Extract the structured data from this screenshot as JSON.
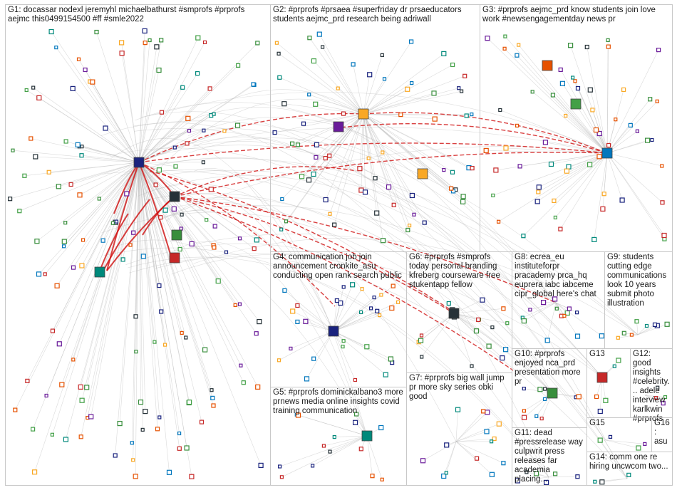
{
  "colors": {
    "edge_gray": "#bcbcbc",
    "edge_red": "#d01010",
    "box_border": "#c8c8c8",
    "node_palette": [
      "#1a237e",
      "#263238",
      "#00897b",
      "#388e3c",
      "#c62828",
      "#f9a825",
      "#6a1b9a",
      "#0277bd",
      "#e65100",
      "#43a047"
    ]
  },
  "groups": [
    {
      "id": "G1",
      "label": "G1: docassar nodexl jeremyhl michaelbathurst #smprofs #prprofs aejmc this0499154500 #ff #smle2022"
    },
    {
      "id": "G2",
      "label": "G2: #prprofs #prsaea #superfriday dr prsaeducators students aejmc_prd research being adriwall"
    },
    {
      "id": "G3",
      "label": "G3: #prprofs aejmc_prd know students join love work #newsengagementday news pr"
    },
    {
      "id": "G4",
      "label": "G4: communication job join announcement cronkite_asu conducting open rank search public"
    },
    {
      "id": "G5",
      "label": "G5: #prprofs dominickalbano3 more prnews media online insights covid training communication"
    },
    {
      "id": "G6",
      "label": "G6: #prprofs #smprofs today personal branding kfreberg courseware free stukentapp fellow"
    },
    {
      "id": "G7",
      "label": "G7: #prprofs big wall jump pr more sky series obki good"
    },
    {
      "id": "G8",
      "label": "G8: ecrea_eu instituteforpr pracademy prca_hq euprera iabc iabceme cipr_global here's chat"
    },
    {
      "id": "G9",
      "label": "G9: students cutting edge communications look 10 years submit photo illustration"
    },
    {
      "id": "G10",
      "label": "G10: #prprofs enjoyed nca_prd presentation more pr"
    },
    {
      "id": "G11",
      "label": "G11: dead #pressrelease way culpwrit press releases far academia placing..."
    },
    {
      "id": "G12",
      "label": "G12: good insights #celebrity... adele interview karlkwin #prprofs"
    },
    {
      "id": "G13",
      "label": "G13"
    },
    {
      "id": "G14",
      "label": "G14: comm one re hiring uncwcom two..."
    },
    {
      "id": "G15",
      "label": "G15"
    },
    {
      "id": "G16",
      "label": "G16: asu"
    }
  ]
}
